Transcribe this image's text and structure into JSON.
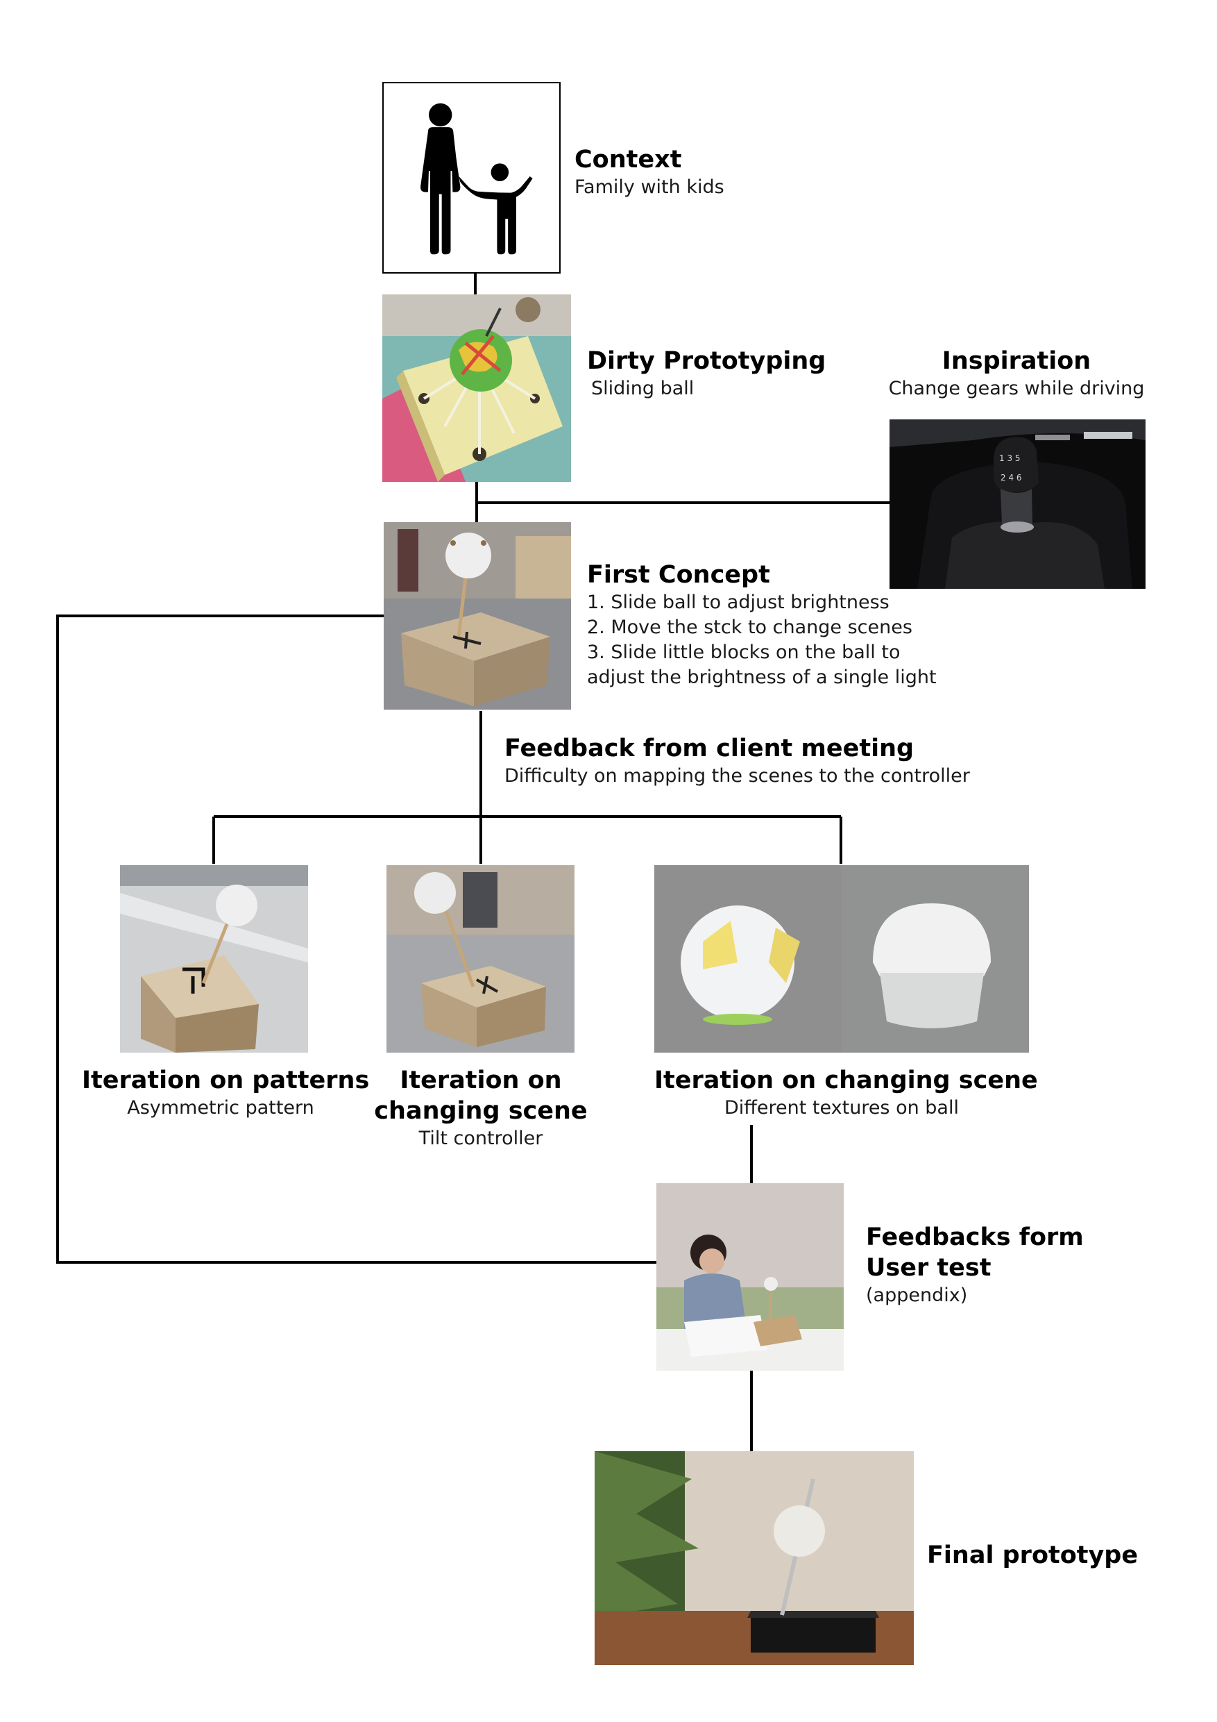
{
  "nodes": {
    "context": {
      "title": "Context",
      "subtitle": "Family with kids",
      "icon": "parent-child-icon"
    },
    "dirty_prototyping": {
      "title": "Dirty Prototyping",
      "subtitle": "Sliding ball"
    },
    "inspiration": {
      "title": "Inspiration",
      "subtitle": "Change gears while driving"
    },
    "first_concept": {
      "title": "First Concept",
      "steps": [
        "1. Slide ball to adjust brightness",
        "2. Move the stck to change scenes",
        "3. Slide little blocks on the ball to",
        "adjust the brightness of a single light"
      ]
    },
    "client_feedback": {
      "title": "Feedback from client meeting",
      "subtitle": "Difficulty on mapping the scenes to the controller"
    },
    "iteration_patterns": {
      "title": "Iteration on patterns",
      "subtitle": "Asymmetric pattern"
    },
    "iteration_tilt": {
      "title_line1": "Iteration on",
      "title_line2": "changing scene",
      "subtitle": "Tilt controller"
    },
    "iteration_textures": {
      "title": "Iteration on changing scene",
      "subtitle": "Different textures on ball"
    },
    "user_test": {
      "title_line1": "Feedbacks form",
      "title_line2": "User test",
      "subtitle": "(appendix)"
    },
    "final": {
      "title": "Final prototype"
    }
  },
  "colors": {
    "line": "#000000",
    "background": "#ffffff"
  }
}
